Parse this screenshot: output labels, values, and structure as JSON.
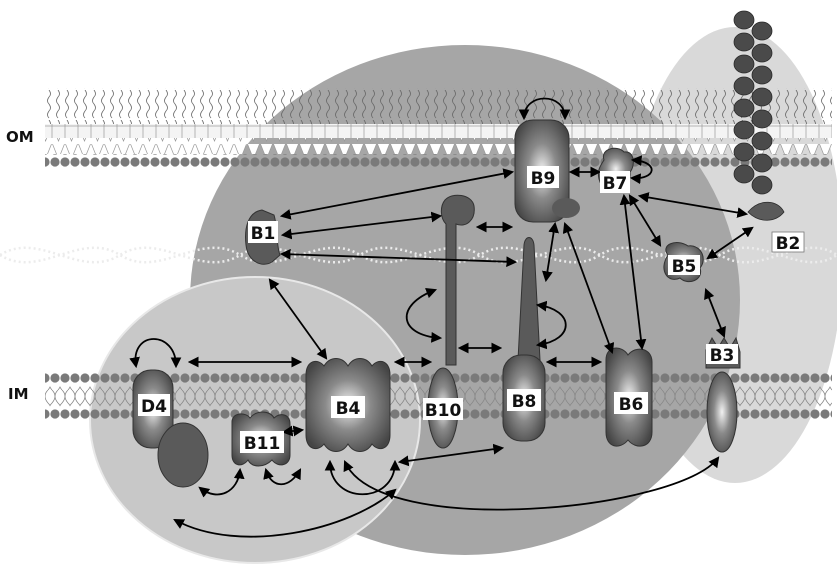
{
  "membranes": {
    "outer": "OM",
    "inner": "IM"
  },
  "proteins": {
    "B1": "B1",
    "B2": "B2",
    "B3": "B3",
    "B4": "B4",
    "B5": "B5",
    "B6": "B6",
    "B7": "B7",
    "B8": "B8",
    "B9": "B9",
    "B10": "B10",
    "B11": "B11",
    "D4": "D4"
  },
  "colors": {
    "lipid_head": "#7a7a7a",
    "protein_dark": "#5a5a5a",
    "region_light": "#d9d9d9",
    "region_mid": "#a6a6a6",
    "region_left": "#c8c8c8"
  }
}
